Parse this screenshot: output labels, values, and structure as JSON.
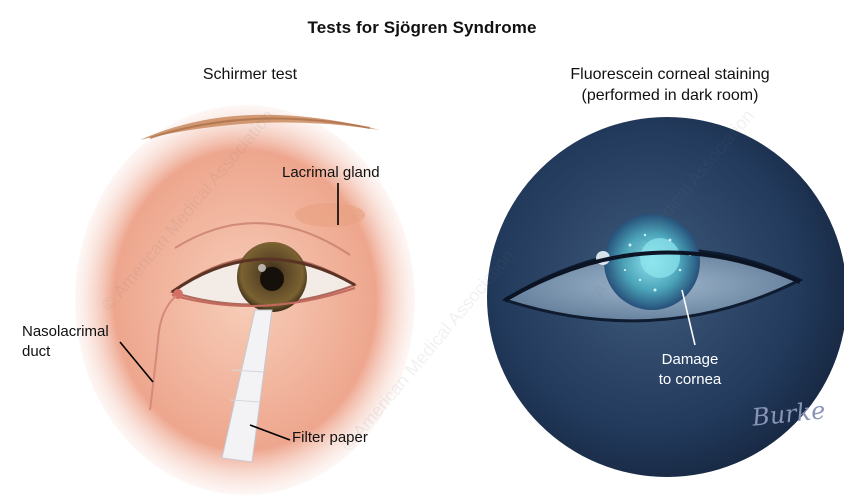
{
  "title": "Tests for Sjögren Syndrome",
  "left_panel": {
    "title": "Schirmer test",
    "labels": {
      "lacrimal_gland": "Lacrimal gland",
      "nasolacrimal_duct": "Nasolacrimal\nduct",
      "filter_paper": "Filter paper"
    }
  },
  "right_panel": {
    "title": "Fluorescein corneal staining\n(performed in dark room)",
    "labels": {
      "damage": "Damage\nto cornea"
    }
  },
  "watermark_text": "© American Medical Association",
  "signature": "Burke",
  "colors": {
    "skin": "#f2b7a2",
    "iris": "#6b5530",
    "dark_circle": "#1f3556",
    "fluorescein": "#6fd3e0"
  }
}
